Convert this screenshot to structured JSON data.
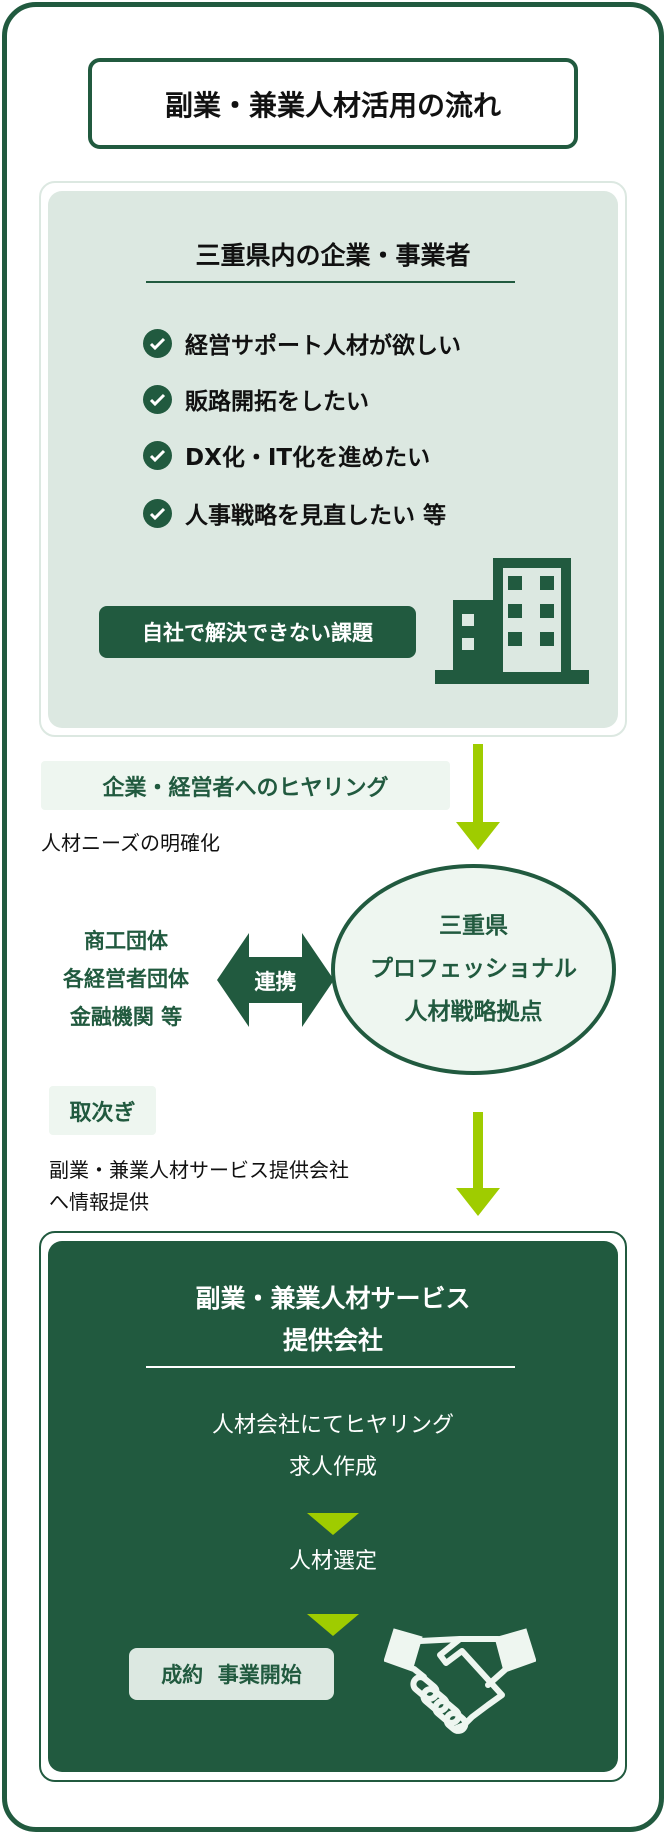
{
  "title": "副業・兼業人材活用の流れ",
  "section1": {
    "heading": "三重県内の企業・事業者",
    "needs": [
      "経営サポート人材が欲しい",
      "販路開拓をしたい",
      "DX化・IT化を進めたい",
      "人事戦略を見直したい 等"
    ],
    "badge": "自社で解決できない課題"
  },
  "step1": {
    "label": "企業・経営者へのヒヤリング",
    "text": "人材ニーズの明確化"
  },
  "hub": {
    "lines": [
      "三重県",
      "プロフェッショナル",
      "人材戦略拠点"
    ]
  },
  "partners": {
    "lines": [
      "商工団体",
      "各経営者団体",
      "金融機関 等"
    ],
    "link": "連携"
  },
  "step2": {
    "label": "取次ぎ",
    "lines": [
      "副業・兼業人材サービス提供会社",
      "へ情報提供"
    ]
  },
  "section3": {
    "heading": [
      "副業・兼業人材サービス",
      "提供会社"
    ],
    "step_a": [
      "人材会社にてヒヤリング",
      "求人作成"
    ],
    "step_b": "人材選定",
    "result": "成約  事業開始"
  },
  "colors": {
    "primary": "#215a3f",
    "accent": "#9fcc00",
    "light": "#dce8e1"
  }
}
